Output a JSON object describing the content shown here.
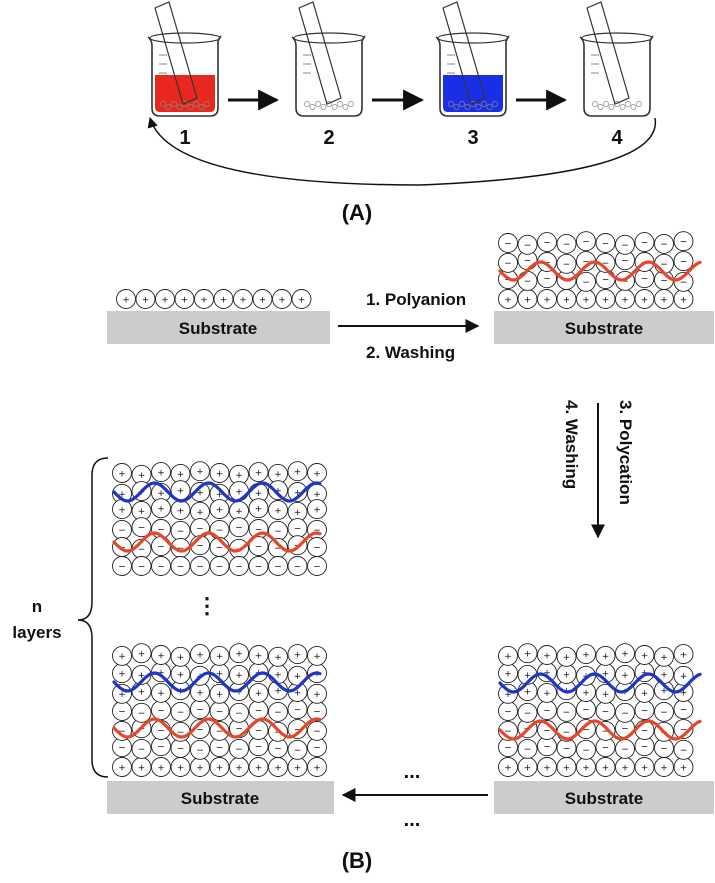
{
  "panel_a": {
    "label": "(A)",
    "beakers": [
      {
        "number": "1",
        "liquid_color": "#e8281f"
      },
      {
        "number": "2",
        "liquid_color": "#ffffff"
      },
      {
        "number": "3",
        "liquid_color": "#1a2ee6"
      },
      {
        "number": "4",
        "liquid_color": "#ffffff"
      }
    ]
  },
  "panel_b": {
    "label": "(B)",
    "substrate_label": "Substrate",
    "step1": "1. Polyanion",
    "step2": "2. Washing",
    "step3": "3. Polycation",
    "step4": "4. Washing",
    "ellipsis": "...",
    "vertical_ellipsis": "⋮",
    "n_layers_line1": "n",
    "n_layers_line2": "layers",
    "colors": {
      "polyanion_chain": "#e8462a",
      "polycation_chain": "#1f35c8",
      "substrate": "#cccccc"
    },
    "plus_sign": "+",
    "minus_sign": "−"
  }
}
